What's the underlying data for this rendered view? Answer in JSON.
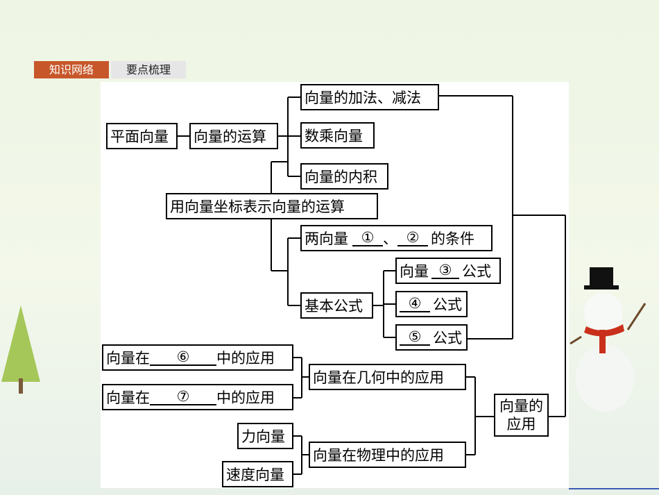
{
  "header": {
    "tab_active": "知识网络",
    "tab_inactive": "要点梳理"
  },
  "nodes": {
    "root": "平面向量",
    "ops": "向量的运算",
    "add": "向量的加法、减法",
    "scalar": "数乘向量",
    "dot": "向量的内积",
    "coord": "用向量坐标表示向量的运算",
    "cond_pre": "两向量",
    "cond_b1": "①",
    "cond_mid": "、",
    "cond_b2": "②",
    "cond_post": "的条件",
    "basic": "基本公式",
    "f3_pre": "向量",
    "f3_b": "③",
    "f3_post": "公式",
    "f4_b": "④",
    "f4_post": "公式",
    "f5_b": "⑤",
    "f5_post": "公式",
    "app6_pre": "向量在",
    "app6_b": "⑥",
    "app6_post": "中的应用",
    "app7_pre": "向量在",
    "app7_b": "⑦",
    "app7_post": "中的应用",
    "geo": "向量在几何中的应用",
    "force": "力向量",
    "speed": "速度向量",
    "phys": "向量在物理中的应用",
    "app": "向量的应用"
  }
}
